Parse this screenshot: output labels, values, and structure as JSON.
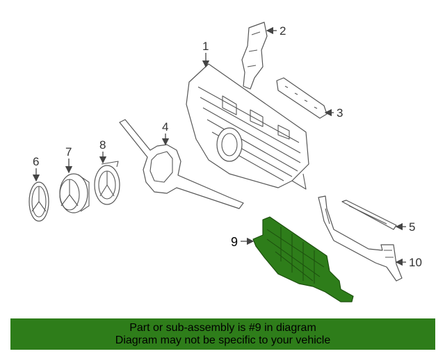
{
  "diagram": {
    "callouts": [
      "1",
      "2",
      "3",
      "4",
      "5",
      "6",
      "7",
      "8",
      "9",
      "10"
    ],
    "highlighted_part": "9",
    "highlight_color": "#2e7d1a"
  },
  "banner": {
    "line1": "Part or sub-assembly is #9 in diagram",
    "line2": "Diagram may not be specific to your vehicle",
    "background": "#2e7d1a"
  }
}
